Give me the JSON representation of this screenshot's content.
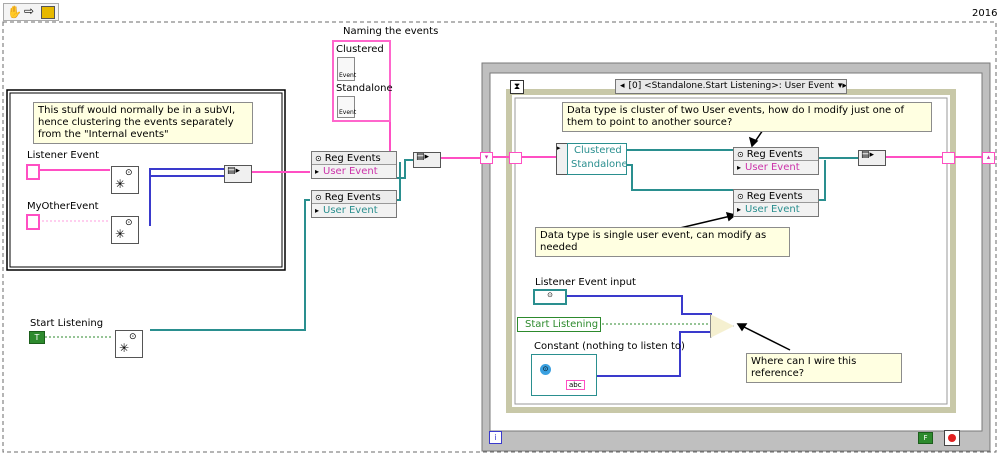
{
  "toolbar": {
    "icons": [
      "hand-icon",
      "arrow-icon",
      "highlight-execution-icon"
    ]
  },
  "version_label": "2016",
  "labels": {
    "naming_events": "Naming the events",
    "clustered": "Clustered",
    "standalone": "Standalone",
    "event_small": "Event",
    "listener_event": "Listener Event",
    "my_other_event": "MyOtherEvent",
    "start_listening": "Start Listening",
    "listener_event_input": "Listener Event input",
    "start_listening_const": "Start Listening",
    "constant_label": "Constant (nothing to listen to)",
    "abc": "abc",
    "true_const": "T",
    "false_const": "F",
    "info_i": "i"
  },
  "notes": {
    "subvi_note": "This stuff would normally be in a subVI, hence clustering the events separately from the \"Internal events\"",
    "cluster_note": "Data type is cluster of two User events, how do I modify just one of them to point to another source?",
    "single_note": "Data type is single user event, can modify as needed",
    "wire_note": "Where can I wire this reference?"
  },
  "reg_events": {
    "title": "Reg Events",
    "user_event": "User Event"
  },
  "event_case": {
    "selector": "[0] <Standalone.Start Listening>: User Event"
  },
  "unbundle": {
    "clustered": "Clustered",
    "standalone": "Standalone"
  },
  "colors": {
    "pink_wire": "#ff66cc",
    "teal_wire": "#2a8f8f",
    "blue_wire": "#3a3acc",
    "green_wire": "#2d8a2d",
    "frame_gray": "#8f8f8f",
    "note_bg": "#ffffe1"
  }
}
